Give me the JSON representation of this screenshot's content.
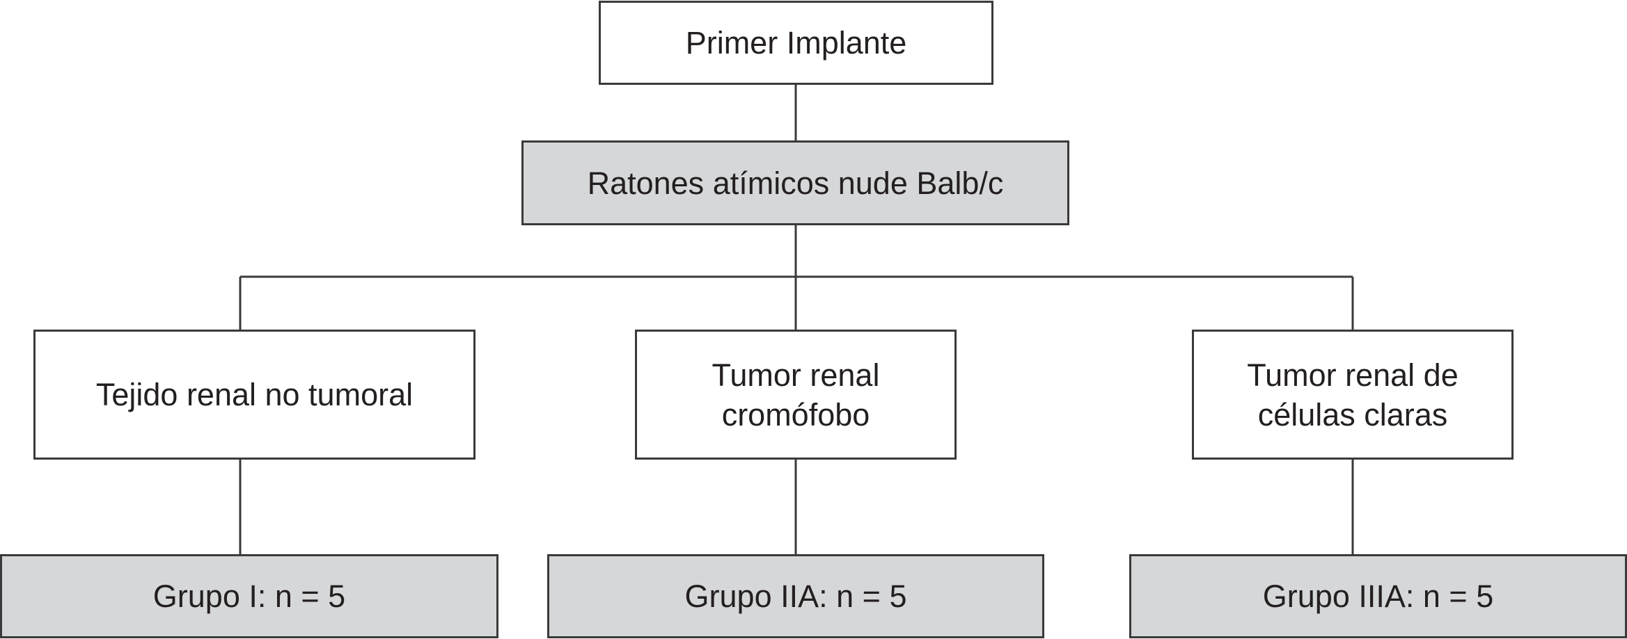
{
  "diagram": {
    "root": {
      "label": "Primer Implante"
    },
    "subjects": {
      "label": "Ratones atímicos nude Balb/c"
    },
    "tissues": [
      {
        "lines": [
          "Tejido renal no tumoral"
        ]
      },
      {
        "lines": [
          "Tumor renal",
          "cromófobo"
        ]
      },
      {
        "lines": [
          "Tumor renal de",
          "células claras"
        ]
      }
    ],
    "groups": [
      {
        "label": "Grupo I: n = 5"
      },
      {
        "label": "Grupo IIA: n = 5"
      },
      {
        "label": "Grupo IIIA: n = 5"
      }
    ],
    "colors": {
      "border": "#3a3a3a",
      "shaded_fill": "#d6d7d9",
      "plain_fill": "#ffffff",
      "text": "#231f20"
    }
  }
}
